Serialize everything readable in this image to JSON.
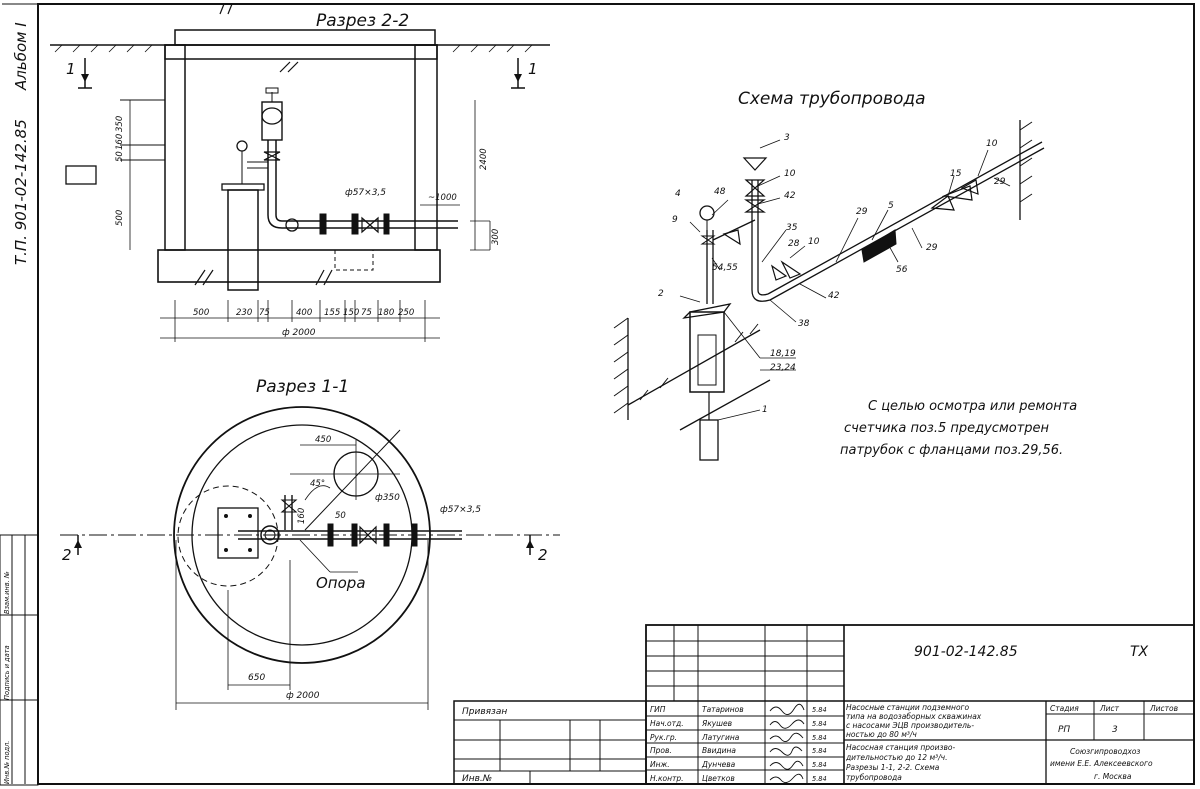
{
  "album_label": "Альбом I",
  "project_code_vertical": "Т.П. 901-02-142.85",
  "side_stamp": [
    "Инв.№ подл.",
    "Подпись и дата",
    "Взам.инв. №"
  ],
  "section_22": {
    "title": "Разрез 2-2",
    "marker_left": "1",
    "marker_right": "1",
    "dims_vertical": [
      "350",
      "50",
      "160",
      "500",
      "300",
      "2400"
    ],
    "pipe_label": "ф57×3,5",
    "dim_1000": "~1000",
    "dims_bottom": [
      "500",
      "230",
      "75",
      "400",
      "155",
      "150",
      "75",
      "180",
      "250"
    ],
    "dim_total": "ф 2000"
  },
  "section_11": {
    "title": "Разрез 1-1",
    "dim_450": "450",
    "angle": "45°",
    "dim_350": "ф350",
    "dim_50": "50",
    "dim_160": "160",
    "pipe_label": "ф57×3,5",
    "support_label": "Опора",
    "marker_left": "2",
    "marker_right": "2",
    "dim_650": "650",
    "dim_total": "ф 2000"
  },
  "scheme": {
    "title": "Схема трубопровода",
    "labels": [
      "3",
      "10",
      "4",
      "48",
      "42",
      "9",
      "54,55",
      "35",
      "28",
      "10",
      "29",
      "5",
      "15",
      "10",
      "29",
      "29",
      "56",
      "42",
      "38",
      "2",
      "18,19",
      "23,24",
      "1"
    ]
  },
  "note": {
    "line1": "С целью осмотра или ремонта",
    "line2": "счетчика поз.5 предусмотрен",
    "line3": "патрубок с фланцами поз.29,56."
  },
  "title_block": {
    "doc_code": "901-02-142.85",
    "mark": "ТХ",
    "privyazan": "Привязан",
    "inv_no": "Инв.№",
    "roles": [
      "ГИП",
      "Нач.отд.",
      "Рук.гр.",
      "Пров.",
      "Инж.",
      "Н.контр."
    ],
    "names": [
      "Татаринов",
      "Якушев",
      "Латугина",
      "Ввидина",
      "Дунчева",
      "Цветков"
    ],
    "dates": [
      "5.84",
      "5.84",
      "5.84",
      "5.84",
      "5.84",
      "5.84"
    ],
    "object_name": [
      "Насосные станции подземного",
      "типа на водозаборных скважинах",
      "с насосами ЭЦВ производитель-",
      "ностью до 80 м³/ч"
    ],
    "sheet_name": [
      "Насосная станция произво-",
      "дительностью до 12 м³/ч.",
      "Разрезы 1-1, 2-2. Схема",
      "трубопровода"
    ],
    "stage_label": "Стадия",
    "sheet_label": "Лист",
    "sheets_label": "Листов",
    "stage": "РП",
    "sheet": "3",
    "org": [
      "Союзгипроводхоз",
      "имени Е.Е. Алексеевского",
      "г. Москва"
    ]
  }
}
